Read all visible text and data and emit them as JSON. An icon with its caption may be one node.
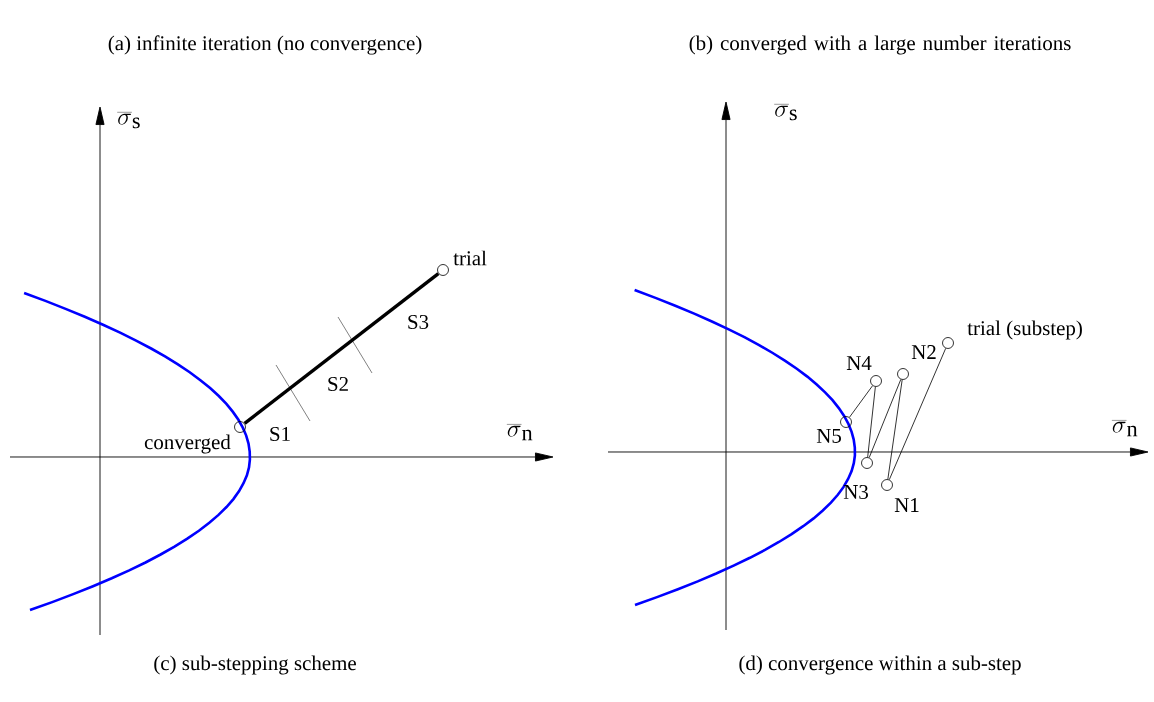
{
  "diagram": {
    "nodes": [
      {
        "text": [],
        "shape": "circle",
        "beside": [
          "converged"
        ]
      },
      {
        "text": [],
        "shape": "circle",
        "beside": [
          "trial"
        ]
      },
      {
        "text": [],
        "shape": "circle",
        "beside": [
          "trial (substep)"
        ]
      },
      {
        "text": [],
        "shape": "circle",
        "beside": [
          "N1"
        ]
      },
      {
        "text": [],
        "shape": "circle",
        "beside": [
          "N2"
        ]
      },
      {
        "text": [],
        "shape": "circle",
        "beside": [
          "N3"
        ]
      },
      {
        "text": [],
        "shape": "circle",
        "beside": [
          "N4"
        ]
      },
      {
        "text": [],
        "shape": "circle",
        "beside": [
          "N5"
        ]
      }
    ],
    "edges": [
      {
        "from": 0,
        "to": 1,
        "arrow": "none",
        "style": "thick"
      },
      {
        "from": 2,
        "to": 3,
        "arrow": "none"
      },
      {
        "from": 3,
        "to": 4,
        "arrow": "none"
      },
      {
        "from": 4,
        "to": 5,
        "arrow": "none"
      },
      {
        "from": 5,
        "to": 6,
        "arrow": "none"
      },
      {
        "from": 6,
        "to": 7,
        "arrow": "none"
      }
    ],
    "labels": [
      "(a) infinite iteration (no convergence)",
      "(b) converged with a large number iterations",
      "\\overline{\\sigma}_{\\mathrm{s}}",
      "\\overline{\\sigma}_{\\mathrm{s}}",
      "S3",
      "S2",
      "S1",
      "\\overline{\\sigma}_{\\mathrm{n}}",
      "\\overline{\\sigma}_{\\mathrm{n}}",
      "(c) sub-stepping scheme",
      "(d) convergence within a sub-step"
    ]
  }
}
